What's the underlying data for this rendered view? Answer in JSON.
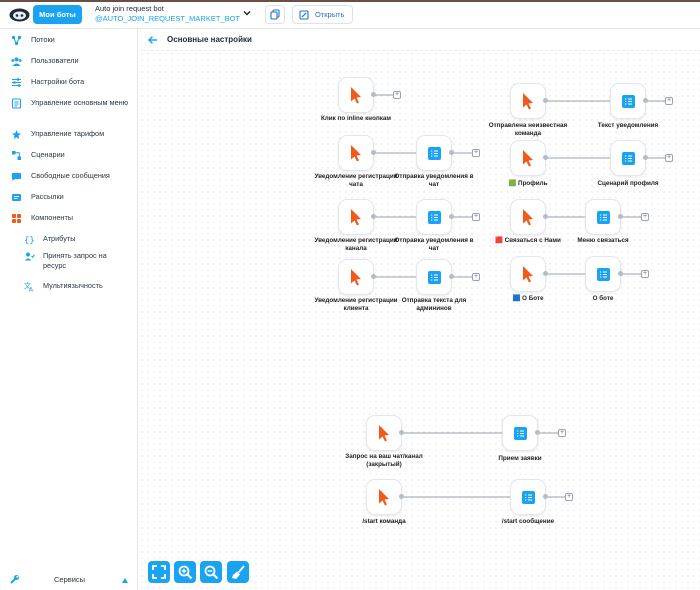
{
  "header": {
    "bots_button": "Мои боты",
    "bot_name": "Auto join request bot",
    "bot_handle": "@AUTO_JOIN_REQUEST_MARKET_BOT",
    "open_label": "Открыть"
  },
  "sidebar": {
    "items": [
      {
        "label": "Потоки",
        "icon": "flows-icon"
      },
      {
        "label": "Пользователи",
        "icon": "users-icon"
      },
      {
        "label": "Настройки бота",
        "icon": "sliders-icon"
      },
      {
        "label": "Управление основным меню",
        "icon": "menu-icon"
      },
      {
        "label": "Управление тарифом",
        "icon": "tariff-icon"
      },
      {
        "label": "Сценарии",
        "icon": "scenarios-icon"
      },
      {
        "label": "Свободные сообщения",
        "icon": "message-icon"
      },
      {
        "label": "Рассылки",
        "icon": "broadcast-icon"
      },
      {
        "label": "Компоненты",
        "icon": "components-icon"
      },
      {
        "label": "Атрибуты",
        "icon": "braces-icon"
      },
      {
        "label": "Принять запрос на ресурс",
        "icon": "accept-request-icon"
      },
      {
        "label": "Мультиязычность",
        "icon": "translate-icon"
      }
    ],
    "services": "Сервисы"
  },
  "page": {
    "title": "Основные настройки"
  },
  "nodes": [
    {
      "id": "n1",
      "type": "trigger",
      "label": "Клик по inline кнопкам"
    },
    {
      "id": "n2",
      "type": "trigger",
      "label": "Уведомление регистрации чата"
    },
    {
      "id": "n3",
      "type": "action",
      "label": "Отправка уведомления в чат"
    },
    {
      "id": "n4",
      "type": "trigger",
      "label": "Уведомление регистрации канала"
    },
    {
      "id": "n5",
      "type": "action",
      "label": "Отправка уведомления в чат"
    },
    {
      "id": "n6",
      "type": "trigger",
      "label": "Уведомление регистрации клиента"
    },
    {
      "id": "n7",
      "type": "action",
      "label": "Отправка текста для админинов"
    },
    {
      "id": "n8",
      "type": "trigger",
      "label": "Отправлена неизвестная команда"
    },
    {
      "id": "n9",
      "type": "action",
      "label": "Текст уведомления"
    },
    {
      "id": "n10",
      "type": "trigger",
      "label": "🟩 Профиль"
    },
    {
      "id": "n11",
      "type": "action",
      "label": "Сценарий профиля"
    },
    {
      "id": "n12",
      "type": "trigger",
      "label": "🟥 Связаться с Нами"
    },
    {
      "id": "n13",
      "type": "action",
      "label": "Меню связаться"
    },
    {
      "id": "n14",
      "type": "trigger",
      "label": "🟦 О Боте"
    },
    {
      "id": "n15",
      "type": "action",
      "label": "О боте"
    },
    {
      "id": "n16",
      "type": "trigger",
      "label": "Запрос на ваш чат/канал (закрытый)"
    },
    {
      "id": "n17",
      "type": "action",
      "label": "Прием заявки"
    },
    {
      "id": "n18",
      "type": "trigger",
      "label": "/start команда"
    },
    {
      "id": "n19",
      "type": "action",
      "label": "/start сообщение"
    }
  ],
  "edges": [
    [
      "n2",
      "n3"
    ],
    [
      "n4",
      "n5"
    ],
    [
      "n6",
      "n7"
    ],
    [
      "n8",
      "n9"
    ],
    [
      "n10",
      "n11"
    ],
    [
      "n12",
      "n13"
    ],
    [
      "n14",
      "n15"
    ],
    [
      "n16",
      "n17"
    ],
    [
      "n18",
      "n19"
    ]
  ],
  "toolbar": [
    "fit-view",
    "zoom-in",
    "zoom-out",
    "clean-up"
  ],
  "colors": {
    "accent": "#1aa3f0",
    "trigger": "#f05a1a",
    "action": "#1aa3f0"
  }
}
